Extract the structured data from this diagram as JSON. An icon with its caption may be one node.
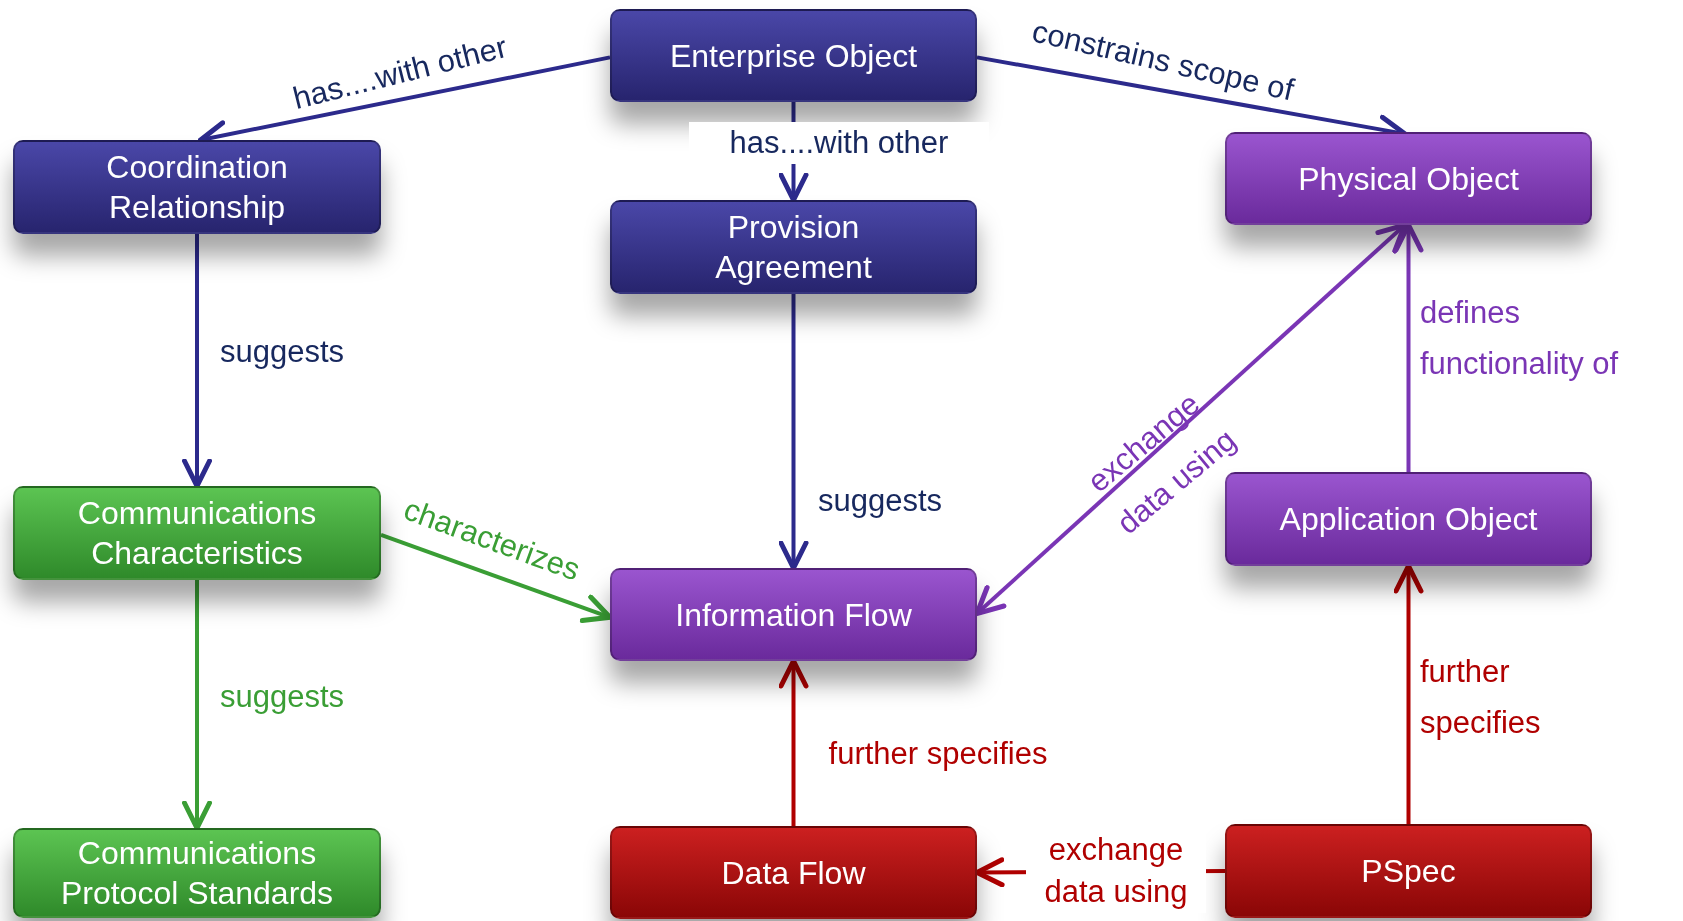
{
  "diagram": {
    "nodes": [
      {
        "text": [
          "Enterprise Object"
        ]
      },
      {
        "text": [
          "Coordination Relationship"
        ]
      },
      {
        "text": [
          "Provision Agreement"
        ]
      },
      {
        "text": [
          "Physical Object"
        ]
      },
      {
        "text": [
          "Communications Characteristics"
        ]
      },
      {
        "text": [
          "Information Flow"
        ]
      },
      {
        "text": [
          "Application Object"
        ]
      },
      {
        "text": [
          "Communications Protocol Standards"
        ]
      },
      {
        "text": [
          "Data Flow"
        ]
      },
      {
        "text": [
          "PSpec"
        ]
      }
    ],
    "edges": [
      {
        "from": 0,
        "to": 1,
        "arrow": "to",
        "label": "has....with other"
      },
      {
        "from": 0,
        "to": 2,
        "arrow": "to",
        "label": "has....with other"
      },
      {
        "from": 0,
        "to": 3,
        "arrow": "to",
        "label": "constrains scope of"
      },
      {
        "from": 1,
        "to": 4,
        "arrow": "to",
        "label": "suggests"
      },
      {
        "from": 2,
        "to": 5,
        "arrow": "to",
        "label": "suggests"
      },
      {
        "from": 6,
        "to": 3,
        "arrow": "to",
        "label": "defines functionality of",
        "color": "#7a35b5"
      },
      {
        "from": 3,
        "to": 5,
        "arrow": "both",
        "label": "exchange data using",
        "color": "#7a35b5"
      },
      {
        "from": 4,
        "to": 5,
        "arrow": "to",
        "label": "characterizes",
        "color": "#3a9e35"
      },
      {
        "from": 4,
        "to": 7,
        "arrow": "to",
        "label": "suggests",
        "color": "#3a9e35"
      },
      {
        "from": 8,
        "to": 5,
        "arrow": "to",
        "label": "further specifies",
        "color": "#b00000"
      },
      {
        "from": 9,
        "to": 6,
        "arrow": "to",
        "label": "further specifies",
        "color": "#b00000"
      },
      {
        "from": 9,
        "to": 8,
        "arrow": "to",
        "label": "exchange data using",
        "color": "#b00000"
      }
    ]
  }
}
